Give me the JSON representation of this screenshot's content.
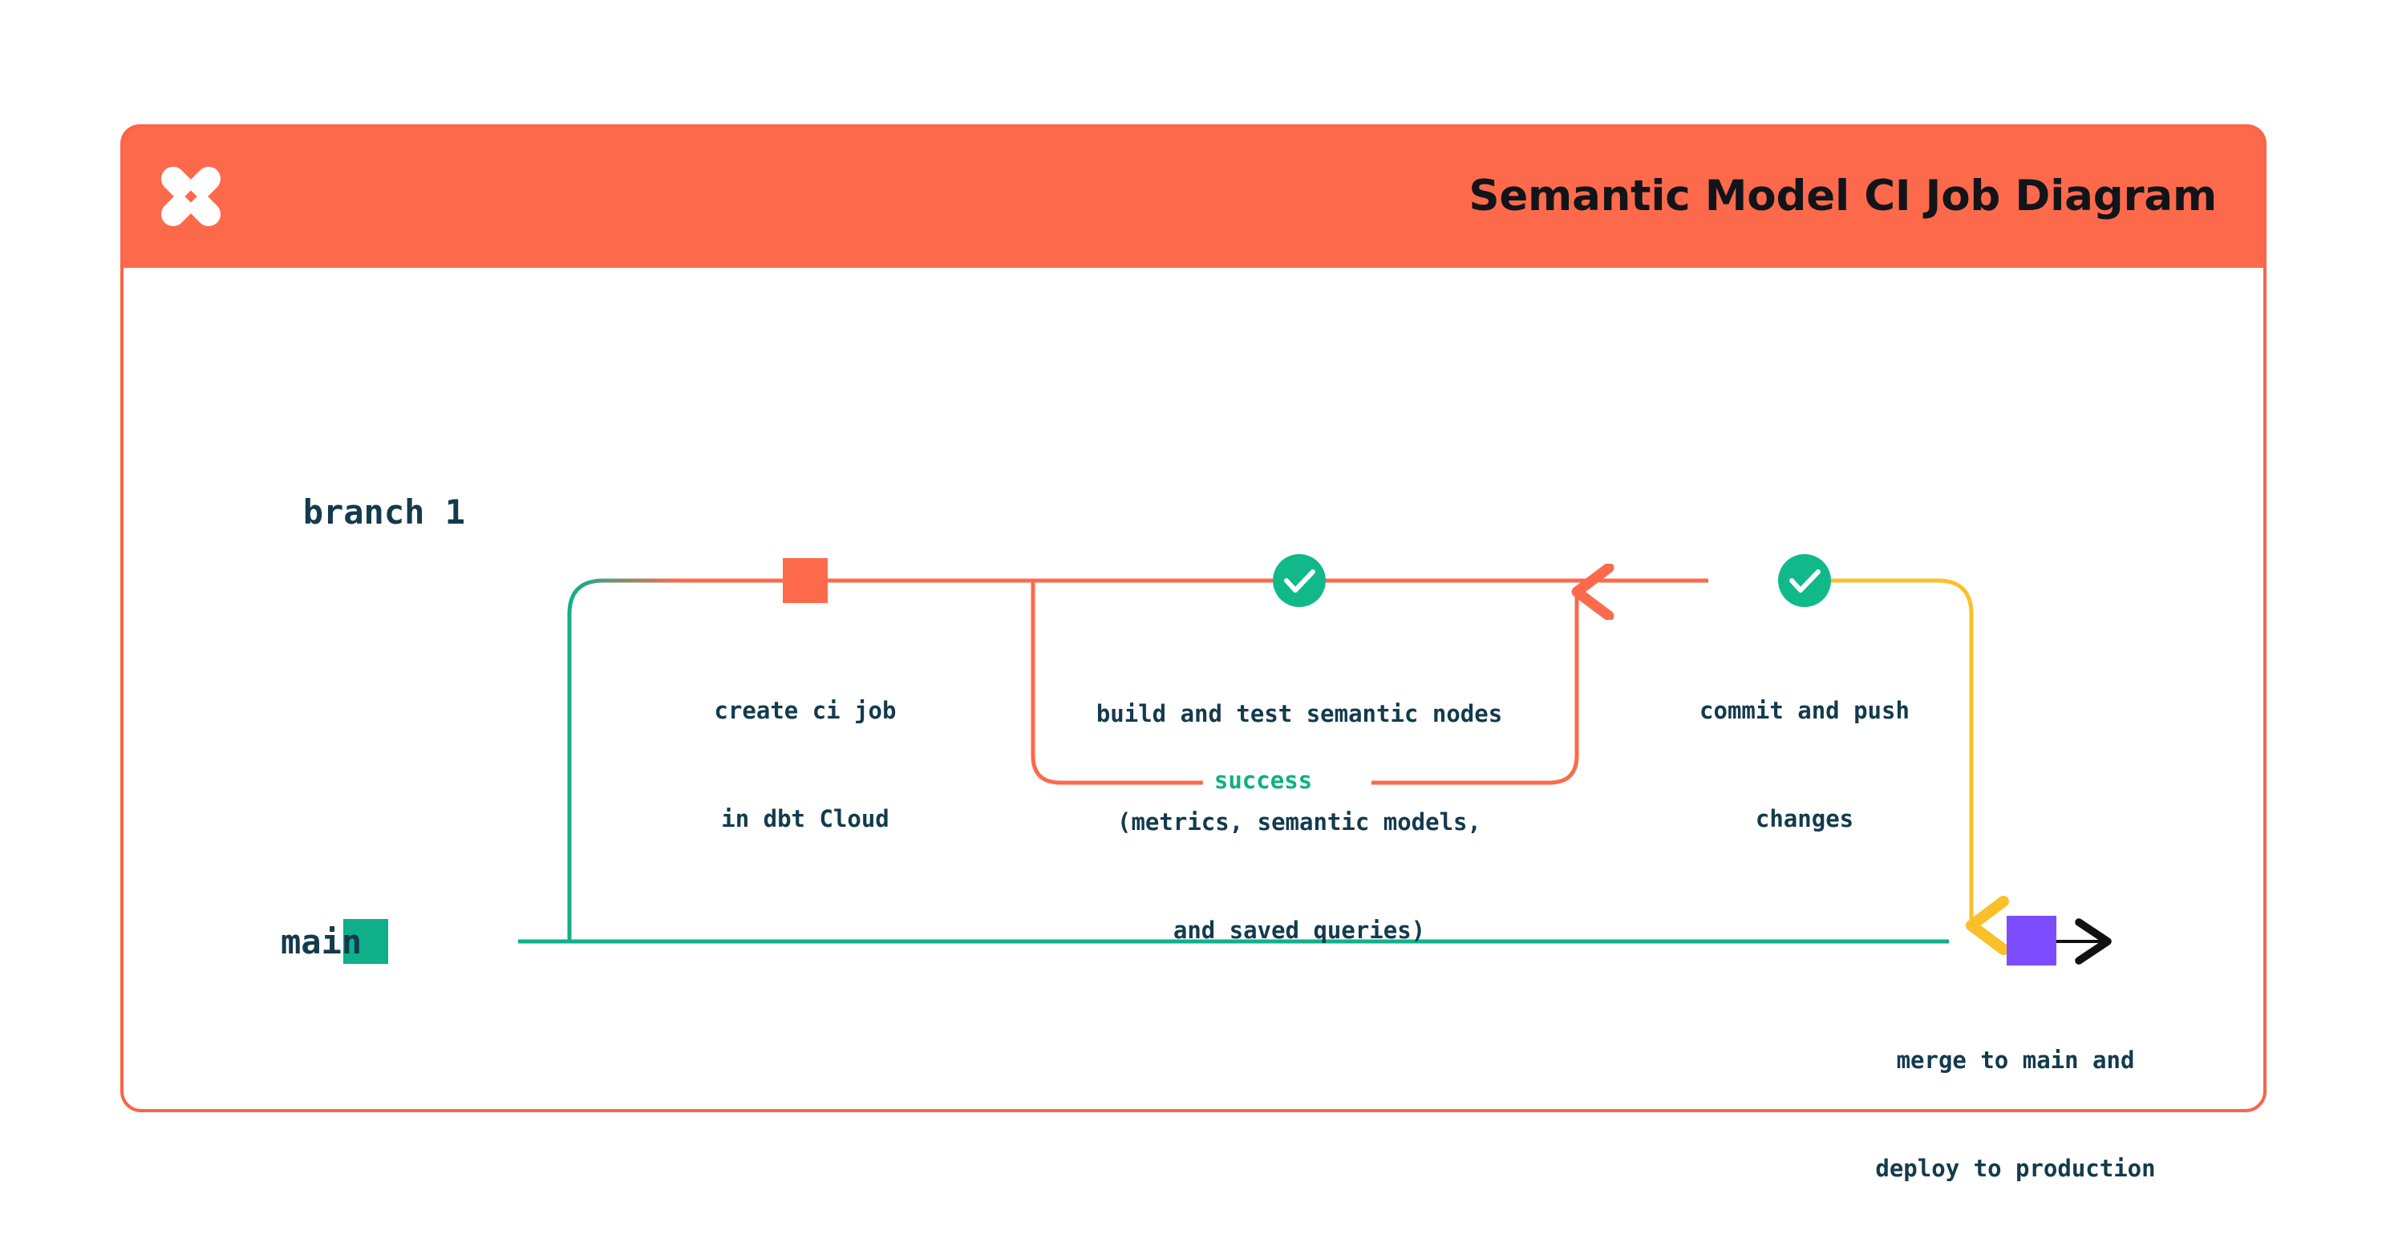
{
  "header": {
    "title": "Semantic Model CI Job Diagram",
    "logo_icon": "dbt-x-logo-icon",
    "background_color": "#FC6A4B"
  },
  "card": {
    "border_color": "#FB6447",
    "background_color": "#FFFFFF"
  },
  "diagram": {
    "type": "git-branch-flow",
    "lanes": [
      {
        "id": "branch-1",
        "label": "branch 1",
        "line_color": "#FC6A4B"
      },
      {
        "id": "main",
        "label": "main",
        "line_color": "#0FB08A"
      }
    ],
    "nodes": [
      {
        "id": "main-start",
        "lane": "main",
        "marker": "square",
        "marker_color": "#0FB08A",
        "label": ""
      },
      {
        "id": "create-ci-job",
        "lane": "branch-1",
        "marker": "square",
        "marker_color": "#FC6A4B",
        "label_lines": [
          "create ci job",
          "in dbt Cloud"
        ]
      },
      {
        "id": "build-and-test",
        "lane": "branch-1",
        "marker": "check-circle",
        "marker_color": "#11B98A",
        "label_lines": [
          "build and test semantic nodes",
          "(metrics, semantic models,",
          "and saved queries)"
        ]
      },
      {
        "id": "commit-and-push",
        "lane": "branch-1",
        "marker": "check-circle",
        "marker_color": "#11B98A",
        "label_lines": [
          "commit and push",
          "changes"
        ]
      },
      {
        "id": "merge-to-main",
        "lane": "main",
        "marker": "square",
        "marker_color": "#7C4DFF",
        "label_lines": [
          "merge to main and",
          "deploy to production"
        ]
      }
    ],
    "edges": [
      {
        "id": "success-loop",
        "label": "success",
        "label_color": "#0FB07F",
        "line_color": "#FC6A4B",
        "direction": "loop-back-up"
      },
      {
        "id": "merge-edge",
        "line_color": "#F9C02A",
        "direction": "down-into-main"
      },
      {
        "id": "main-continues",
        "line_color": "#111111",
        "direction": "right-arrow"
      }
    ]
  }
}
